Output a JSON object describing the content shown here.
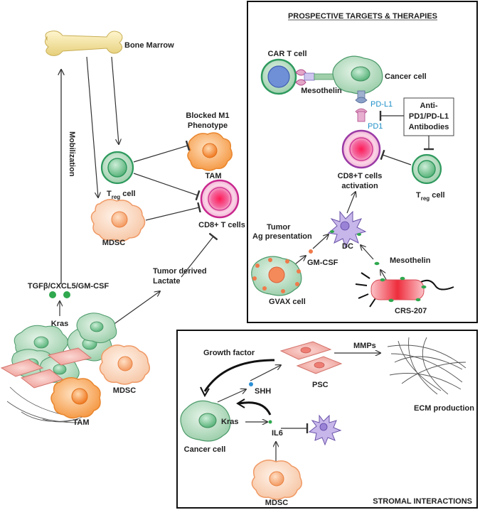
{
  "panels": {
    "top_right_title": "PROSPECTIVE TARGETS & THERAPIES",
    "bottom_right_title": "STROMAL INTERACTIONS"
  },
  "left": {
    "bone_marrow": "Bone Marrow",
    "mobilization": "Mobilization",
    "treg_main": "T",
    "treg_sub": "reg",
    "treg_tail": " cell",
    "blocked_m1_line1": "Blocked M1",
    "blocked_m1_line2": "Phenotype",
    "tam_top": "TAM",
    "mdsc_top": "MDSC",
    "cd8_main": "CD8+ T cells",
    "tgf": "TGFβ/CXCL5/GM-CSF",
    "kras": "Kras",
    "tumor_lactate_line1": "Tumor derived",
    "tumor_lactate_line2": "Lactate",
    "mdsc_bottom": "MDSC",
    "tam_bottom": "TAM"
  },
  "targets": {
    "car_t": "CAR T cell",
    "mesothelin_left": "Mesothelin",
    "cancer_cell": "Cancer cell",
    "pdl1": "PD-L1",
    "pd1": "PD1",
    "anti_line1": "Anti-",
    "anti_line2": "PD1/PD-L1",
    "anti_line3": "Antibodies",
    "cd8_act_line1": "CD8+T cells",
    "cd8_act_line2": "activation",
    "treg_main": "T",
    "treg_sub": "reg",
    "treg_tail": " cell",
    "tumor_ag_line1": "Tumor",
    "tumor_ag_line2": "Ag presentation",
    "dc": "DC",
    "gmcsf": "GM-CSF",
    "mesothelin_right": "Mesothelin",
    "gvax": "GVAX cell",
    "crs": "CRS-207"
  },
  "stromal": {
    "growth_factor": "Growth factor",
    "mmps": "MMPs",
    "psc": "PSC",
    "shh": "SHH",
    "ecm": "ECM production",
    "kras": "Kras",
    "il6": "IL6",
    "cancer_cell": "Cancer cell",
    "mdsc": "MDSC"
  },
  "colors": {
    "green_cell": "#a9d5b6",
    "green_dark": "#2f9a5e",
    "orange_tam": "#f39a4a",
    "mdsc_peach": "#f8d2b8",
    "cd8_pink": "#e8247a",
    "psc_pink": "#f2a9a3",
    "dot_green": "#2fa84e",
    "dot_blue": "#2a8fd6",
    "label_blue": "#1e8fc8"
  }
}
